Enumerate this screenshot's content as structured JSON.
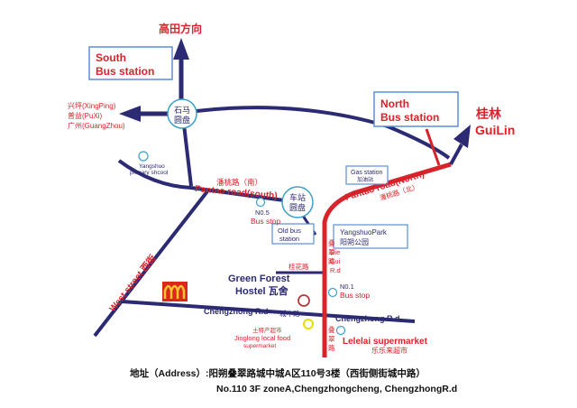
{
  "colors": {
    "road_navy": "#2b2a72",
    "road_red": "#d8232a",
    "box_border": "#5b8fd6",
    "circle": "#3aa0c9",
    "mcd_yellow": "#ffc72c",
    "mcd_red": "#da291c",
    "hostel_circle": "#b23a3a",
    "food_circle": "#e4e000"
  },
  "directions": {
    "gaotian": "高田方向",
    "guilin_cn": "桂林",
    "guilin_en": "GuiLin",
    "west_line1": "兴坪(XingPing)",
    "west_line2": "普益(PuXi)",
    "west_line3": "广州(GuangZhou)"
  },
  "boxes": {
    "south_line1": "South",
    "south_line2": "Bus station",
    "north_line1": "North",
    "north_line2": "Bus station",
    "gas_line1": "Gas station",
    "gas_line2": "加油站",
    "old_line1": "Old bus",
    "old_line2": "station",
    "park_line1": "YangshuoPark",
    "park_line2": "阳朔公园"
  },
  "roundabouts": {
    "shima_line1": "石马",
    "shima_line2": "圆盘",
    "chezhan_line1": "车站",
    "chezhan_line2": "圆盘"
  },
  "roads": {
    "pantao_south_cn": "潘桃路（南）",
    "pantao_south_en": "Pantao road(south)",
    "pantao_north_en": "Pantao road(North)",
    "pantao_north_cn": "潘桃路（北）",
    "west_street": "West street 西街",
    "chengzhong_left": "Chengzhong R.d",
    "chengzhong_right": "Chengzhong R.d",
    "chengzhong_cn": "城中路",
    "guihua": "桂花路",
    "diecui_cn_top": "叠翠路",
    "diecui_en1": "Die",
    "diecui_en2": "Cui",
    "diecui_en3": "R.d",
    "diecui_cn_bottom": "叠翠路"
  },
  "places": {
    "school_line1": "Yangshuo",
    "school_line2": "primary shcool",
    "no5": "N0.5",
    "no5_stop": "Bus stop",
    "no1": "N0.1",
    "no1_stop": "Bus stop",
    "hostel_line1": "Green Forest",
    "hostel_line2": "Hostel 瓦舍",
    "food_cn": "土特产超市",
    "food_line1": "Jinglong local food",
    "food_line2": "supermarket",
    "lelelai_en": "Lelelai supermarket",
    "lelelai_cn": "乐乐来超市"
  },
  "address": {
    "line1": "地址（Address）:阳朔叠翠路城中城A区110号3楼（西街侧街城中路）",
    "line2": "No.110 3F zoneA,Chengzhongcheng, ChengzhongR.d"
  }
}
